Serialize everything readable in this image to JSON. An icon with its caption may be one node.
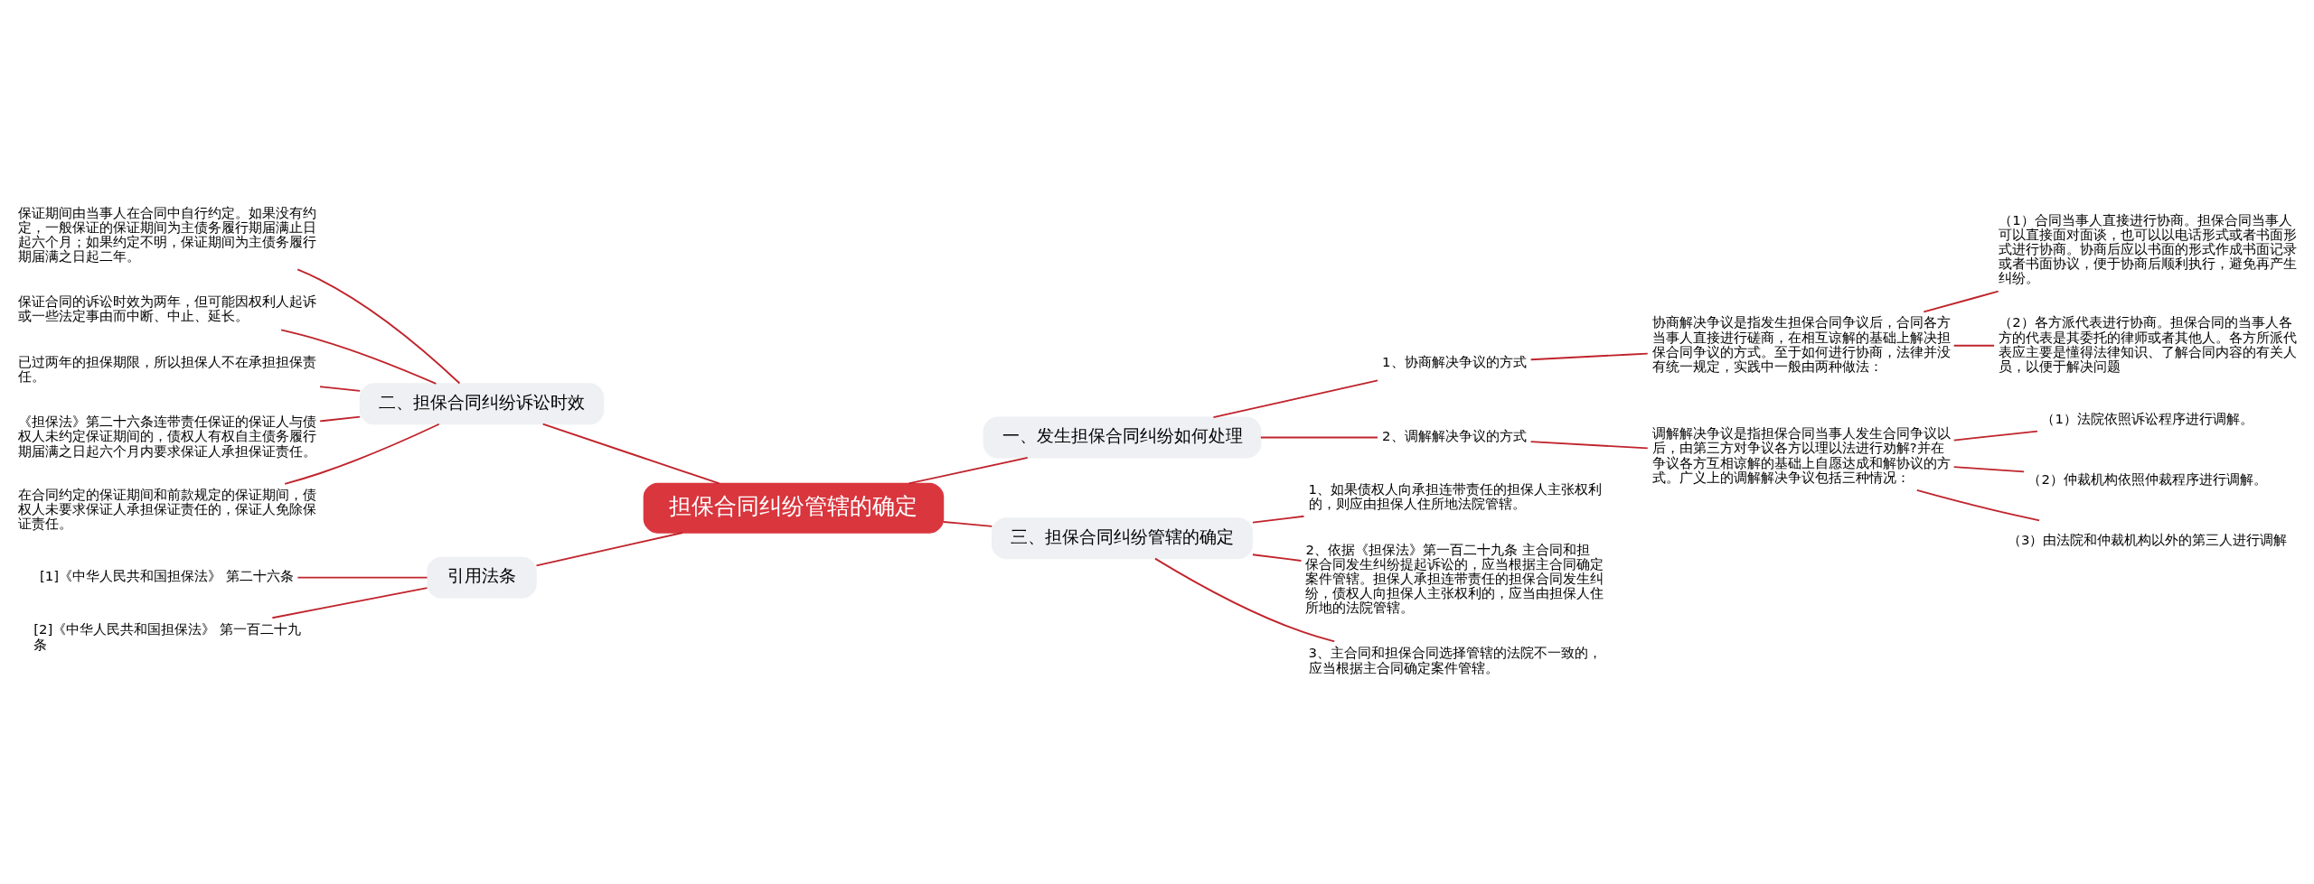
{
  "diagram": {
    "nodes": [
      {
        "text": [
          "担保合同纠纷管辖的确定"
        ]
      },
      {
        "text": [
          "一、发生担保合同纠纷如何处理"
        ]
      },
      {
        "text": [
          "1、协商解决争议的方式"
        ]
      },
      {
        "text": [
          "协商解决争议是指发生担保合同争议后，合同各方当事人直接进行磋商，在相互谅解的基础上解决担保合同争议的方式。至于如何进行协商，法律并没有统一规定，实践中一般由两种做法："
        ]
      },
      {
        "text": [
          "（1）合同当事人直接进行协商。担保合同当事人可以直接面对面谈，也可以以电话形式或者书面形式进行协商。协商后应以书面的形式作成书面记录或者书面协议，便于协商后顺利执行，避免再产生纠纷。"
        ]
      },
      {
        "text": [
          "（2）各方派代表进行协商。担保合同的当事人各方的代表是其委托的律师或者其他人。各方所派代表应主要是懂得法律知识、了解合同内容的有关人员，以便于解决问题"
        ]
      },
      {
        "text": [
          "2、调解解决争议的方式"
        ]
      },
      {
        "text": [
          "调解解决争议是指担保合同当事人发生合同争议以后，由第三方对争议各方以理以法进行劝解?并在争议各方互相谅解的基础上自愿达成和解协议的方式。广义上的调解解决争议包括三种情况："
        ]
      },
      {
        "text": [
          "（1）法院依照诉讼程序进行调解。"
        ]
      },
      {
        "text": [
          "（2）仲裁机构依照仲裁程序进行调解。"
        ]
      },
      {
        "text": [
          "（3）由法院和仲裁机构以外的第三人进行调解"
        ]
      },
      {
        "text": [
          "三、担保合同纠纷管辖的确定"
        ]
      },
      {
        "text": [
          "1、如果债权人向承担连带责任的担保人主张权利的，则应由担保人住所地法院管辖。"
        ]
      },
      {
        "text": [
          "2、依据《担保法》第一百二十九条 主合同和担保合同发生纠纷提起诉讼的，应当根据主合同确定案件管辖。担保人承担连带责任的担保合同发生纠纷，债权人向担保人主张权利的，应当由担保人住所地的法院管辖。"
        ]
      },
      {
        "text": [
          "3、主合同和担保合同选择管辖的法院不一致的，应当根据主合同确定案件管辖。"
        ]
      },
      {
        "text": [
          "二、担保合同纠纷诉讼时效"
        ]
      },
      {
        "text": [
          "保证期间由当事人在合同中自行约定。如果没有约定，一般保证的保证期间为主债务履行期届满止日起六个月；如果约定不明，保证期间为主债务履行期届满之日起二年。"
        ]
      },
      {
        "text": [
          "保证合同的诉讼时效为两年，但可能因权利人起诉或一些法定事由而中断、中止、延长。"
        ]
      },
      {
        "text": [
          "已过两年的担保期限，所以担保人不在承担担保责任。"
        ]
      },
      {
        "text": [
          "《担保法》第二十六条连带责任保证的保证人与债权人未约定保证期间的，债权人有权自主债务履行期届满之日起六个月内要求保证人承担保证责任。"
        ]
      },
      {
        "text": [
          "在合同约定的保证期间和前款规定的保证期间，债权人未要求保证人承担保证责任的，保证人免除保证责任。"
        ]
      },
      {
        "text": [
          "引用法条"
        ]
      },
      {
        "text": [
          "[1]《中华人民共和国担保法》 第二十六条"
        ]
      },
      {
        "text": [
          "[2]《中华人民共和国担保法》 第一百二十九条"
        ]
      }
    ],
    "edges": [
      {
        "from": 0,
        "to": 1,
        "arrow": "none"
      },
      {
        "from": 1,
        "to": 2,
        "arrow": "none"
      },
      {
        "from": 2,
        "to": 3,
        "arrow": "none"
      },
      {
        "from": 3,
        "to": 4,
        "arrow": "none"
      },
      {
        "from": 3,
        "to": 5,
        "arrow": "none"
      },
      {
        "from": 1,
        "to": 6,
        "arrow": "none"
      },
      {
        "from": 6,
        "to": 7,
        "arrow": "none"
      },
      {
        "from": 7,
        "to": 8,
        "arrow": "none"
      },
      {
        "from": 7,
        "to": 9,
        "arrow": "none"
      },
      {
        "from": 7,
        "to": 10,
        "arrow": "none"
      },
      {
        "from": 0,
        "to": 11,
        "arrow": "none"
      },
      {
        "from": 11,
        "to": 12,
        "arrow": "none"
      },
      {
        "from": 11,
        "to": 13,
        "arrow": "none"
      },
      {
        "from": 11,
        "to": 14,
        "arrow": "none"
      },
      {
        "from": 0,
        "to": 15,
        "arrow": "none"
      },
      {
        "from": 15,
        "to": 16,
        "arrow": "none"
      },
      {
        "from": 15,
        "to": 17,
        "arrow": "none"
      },
      {
        "from": 15,
        "to": 18,
        "arrow": "none"
      },
      {
        "from": 15,
        "to": 19,
        "arrow": "none"
      },
      {
        "from": 15,
        "to": 20,
        "arrow": "none"
      },
      {
        "from": 0,
        "to": 21,
        "arrow": "none"
      },
      {
        "from": 21,
        "to": 22,
        "arrow": "none"
      },
      {
        "from": 21,
        "to": 23,
        "arrow": "none"
      }
    ]
  }
}
